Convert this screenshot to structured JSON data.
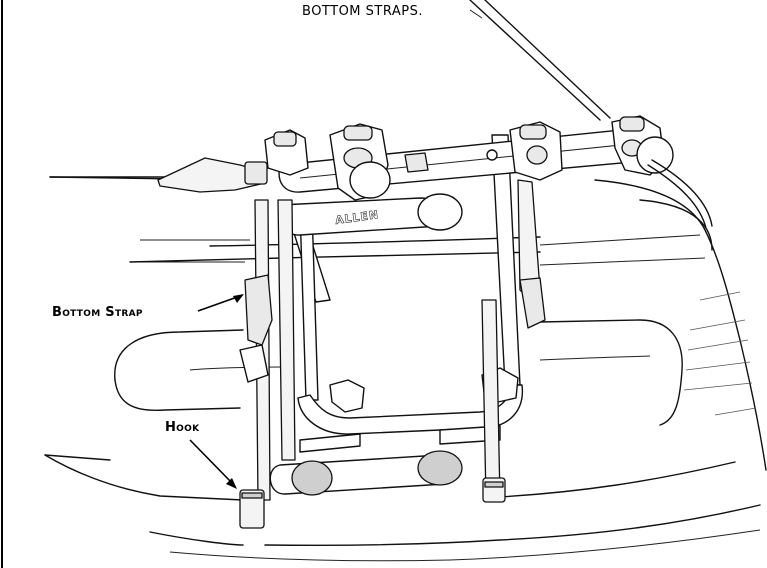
{
  "labels": {
    "top_note": "BOTTOM STRAPS.",
    "bottom_strap": "Bottom Strap",
    "hook": "Hook"
  },
  "brand": "ALLEN"
}
